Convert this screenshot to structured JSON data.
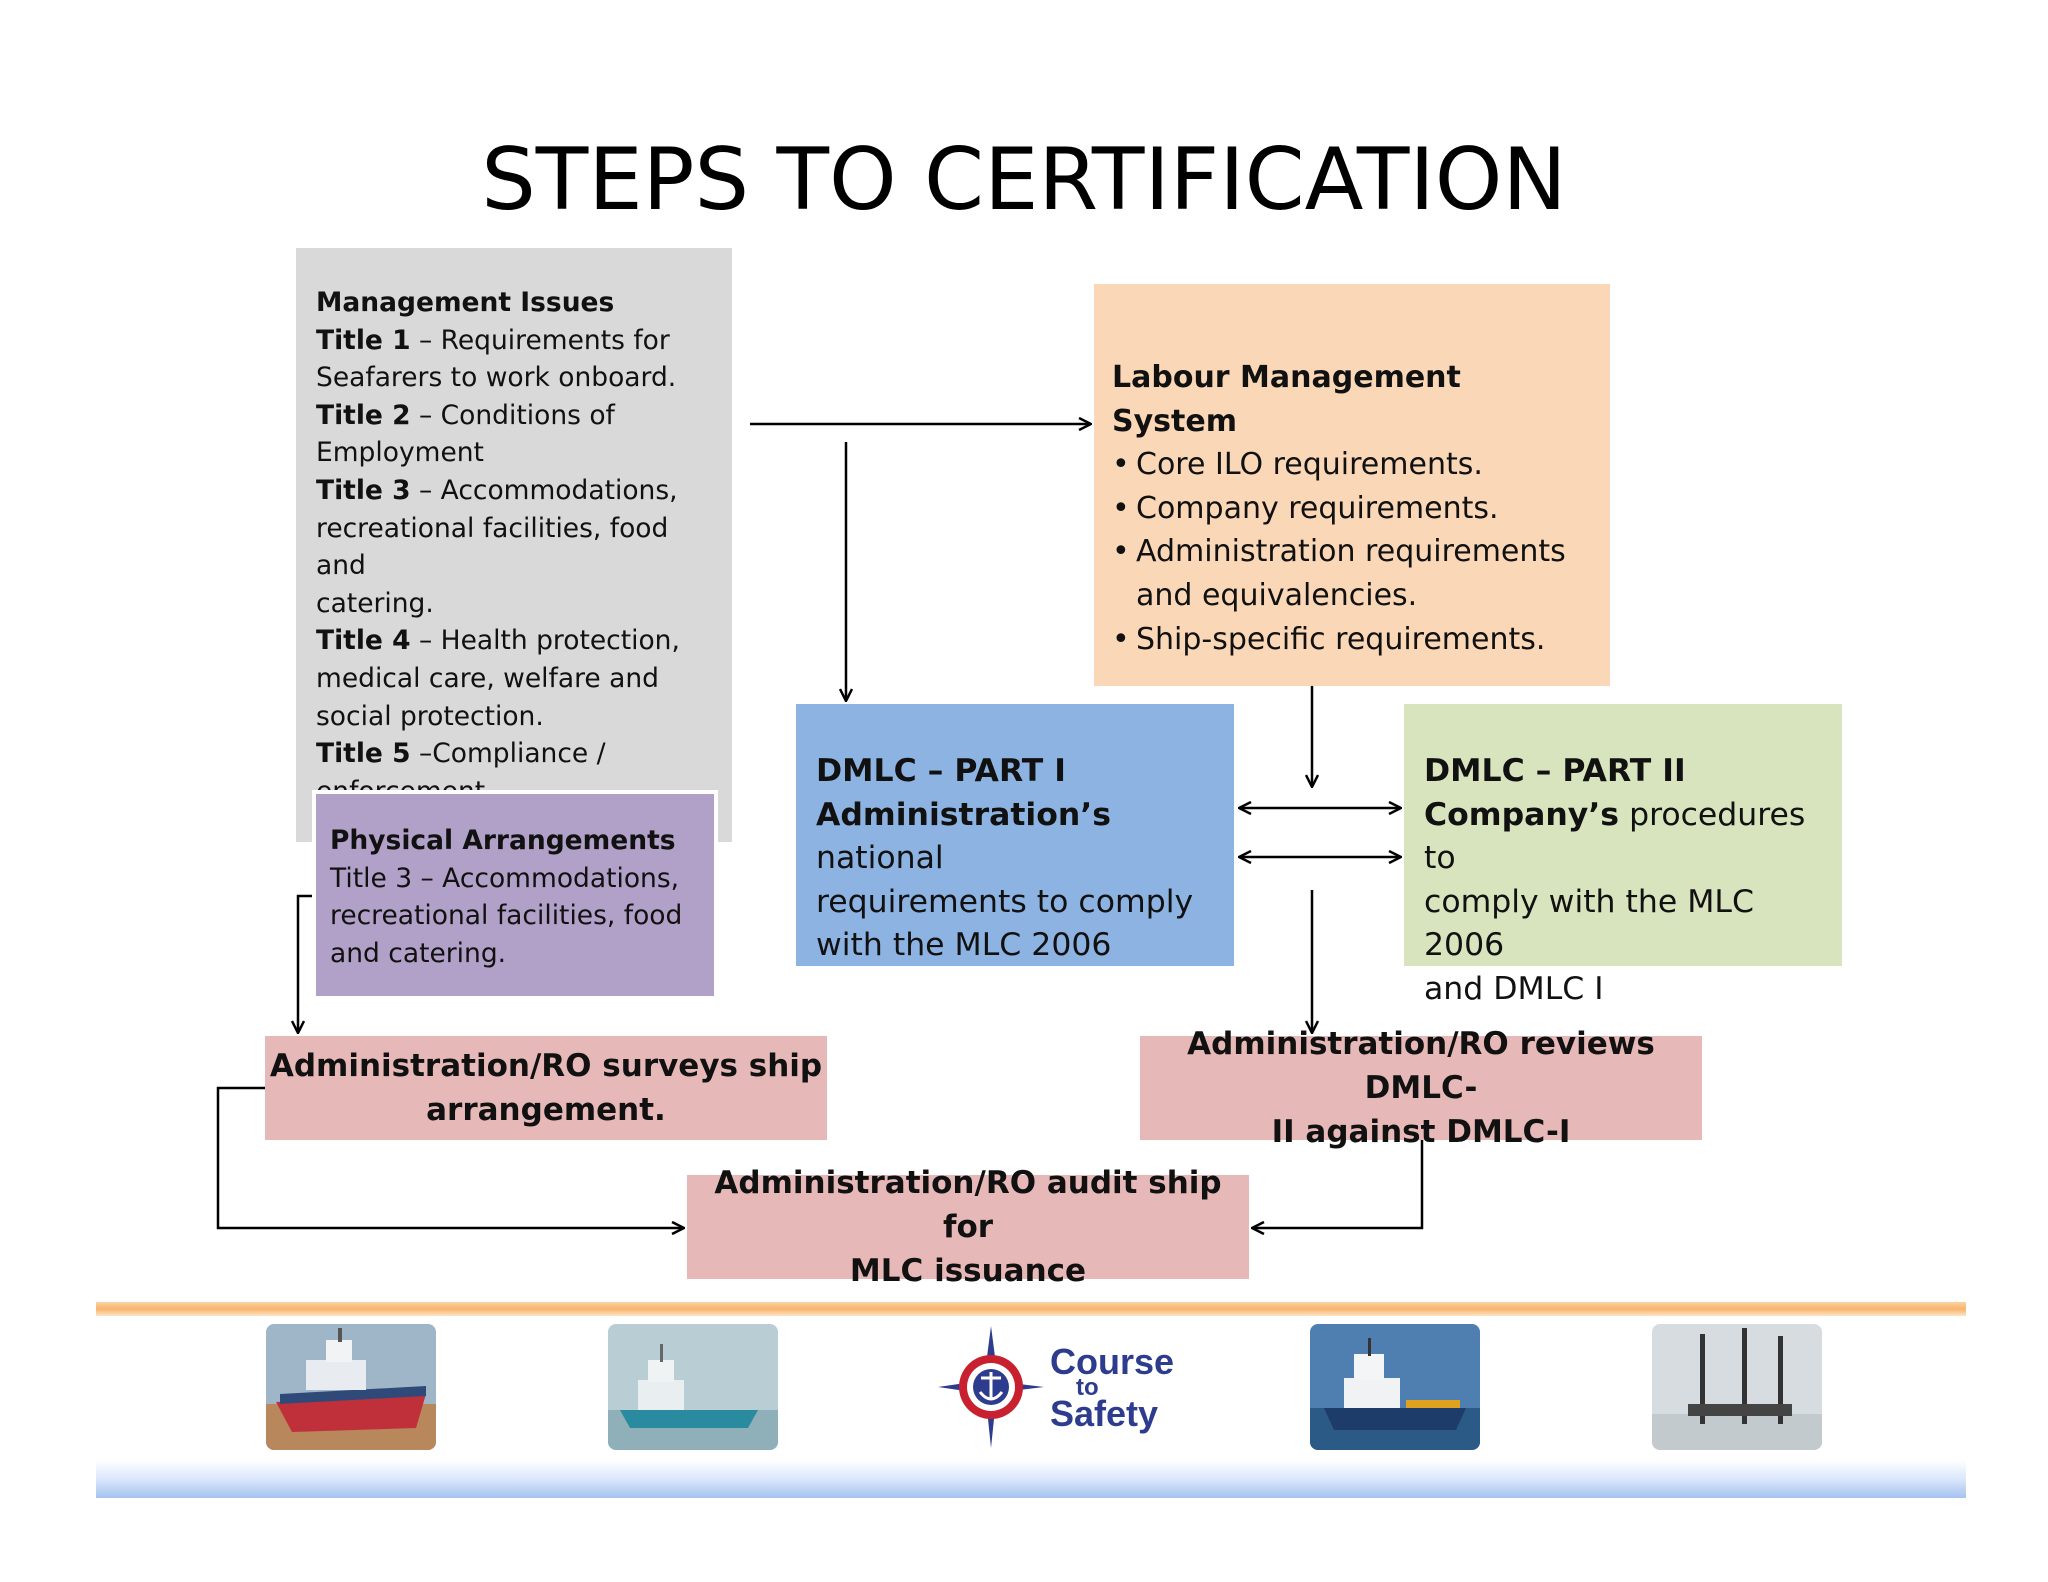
{
  "title": "STEPS TO CERTIFICATION",
  "management": {
    "heading": "Management Issues",
    "items": [
      {
        "label": "Title 1",
        "line1": " – Requirements for",
        "line2": "Seafarers to work onboard."
      },
      {
        "label": "Title 2",
        "line1": " – Conditions of",
        "line2": "Employment"
      },
      {
        "label": "Title 3",
        "line1": " – Accommodations,",
        "line2": "recreational facilities, food and",
        "line3": "catering."
      },
      {
        "label": "Title 4",
        "line1": " – Health protection,",
        "line2": "medical care, welfare and",
        "line3": "social protection."
      },
      {
        "label": "Title 5",
        "line1": " –Compliance /",
        "line2": "enforcement."
      }
    ]
  },
  "physical": {
    "heading": "Physical Arrangements",
    "lines": [
      "Title 3 – Accommodations,",
      "recreational facilities, food",
      "and catering."
    ]
  },
  "lms": {
    "heading": "Labour Management System",
    "bullets": [
      "Core ILO requirements.",
      "Company requirements.",
      "Administration requirements",
      "Ship-specific requirements."
    ],
    "continuation": "and equivalencies."
  },
  "dmlc1": {
    "heading": "DMLC – PART I",
    "bold": "Administration’s",
    "line1_rest": " national",
    "line2": "requirements to comply",
    "line3": "with the MLC 2006"
  },
  "dmlc2": {
    "heading": "DMLC – PART II",
    "bold": "Company’s",
    "line1_rest": " procedures to",
    "line2": "comply with the MLC 2006",
    "line3": "and DMLC I"
  },
  "survey": {
    "line1": "Administration/RO surveys ship",
    "line2": "arrangement."
  },
  "review": {
    "line1": "Administration/RO reviews DMLC-",
    "line2": "II against DMLC-I"
  },
  "audit": {
    "line1": "Administration/RO audit ship for",
    "line2": "MLC issuance"
  },
  "logo": {
    "word1": "Course",
    "word2": "to",
    "word3": "Safety"
  },
  "colors": {
    "management_bg": "#d9d9d9",
    "physical_bg": "#b1a0c7",
    "lms_bg": "#fad7b6",
    "dmlc1_bg": "#8db3e2",
    "dmlc2_bg": "#d7e4bd",
    "step_bg": "#e6b9b8"
  }
}
